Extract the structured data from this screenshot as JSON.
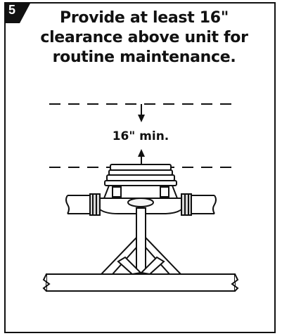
{
  "step": {
    "number": "5"
  },
  "heading": {
    "line1": "Provide at least 16\"",
    "line2": "clearance above unit for",
    "line3": "routine maintenance."
  },
  "dimension": {
    "label": "16\" min."
  }
}
